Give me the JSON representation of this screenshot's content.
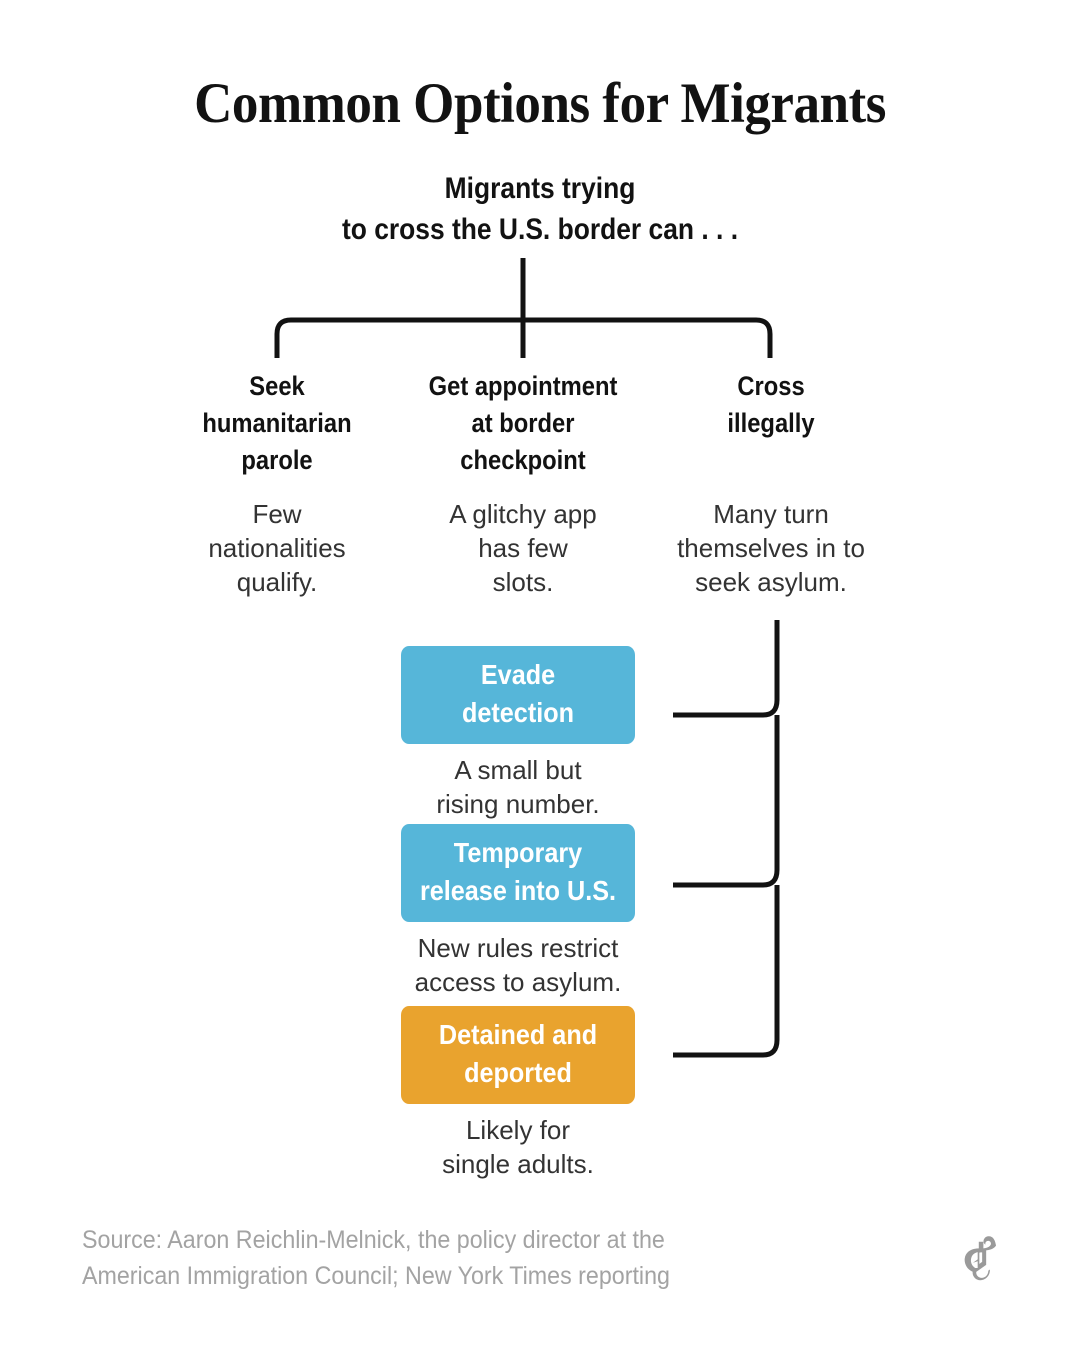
{
  "title": "Common Options for Migrants",
  "subtitle": "Migrants trying\nto cross the U.S. border can . . .",
  "subtitle_line1": "Migrants trying",
  "subtitle_line2": "to cross the U.S. border can . . .",
  "branches": [
    {
      "id": "seek-humanitarian-parole",
      "heading": "Seek\nhumanitarian\nparole",
      "note": "Few\nnationalities\nqualify."
    },
    {
      "id": "get-appointment-at-border-checkpoint",
      "heading": "Get appointment\nat border\ncheckpoint",
      "note": "A glitchy app\nhas few\nslots."
    },
    {
      "id": "cross-illegally",
      "heading": "Cross\nillegally",
      "note": "Many turn\nthemselves in to\nseek asylum."
    }
  ],
  "outcomes": [
    {
      "id": "evade-detection",
      "label": "Evade\ndetection",
      "note": "A small but\nrising number.",
      "color": "#56b6d9"
    },
    {
      "id": "temporary-release-into-us",
      "label": "Temporary\nrelease into U.S.",
      "note": "New rules restrict\naccess to asylum.",
      "color": "#56b6d9"
    },
    {
      "id": "detained-and-deported",
      "label": "Detained and\ndeported",
      "note": "Likely for\nsingle adults.",
      "color": "#e9a32e"
    }
  ],
  "footer": {
    "source": "Source: Aaron Reichlin-Melnick, the policy director at the\nAmerican Immigration Council; New York Times reporting",
    "logo": "nyt-t-logo"
  },
  "colors": {
    "background": "#ffffff",
    "text": "#121212",
    "body_text": "#333333",
    "muted_text": "#a3a3a3",
    "accent_blue": "#56b6d9",
    "accent_orange": "#e9a32e",
    "connector": "#121212"
  }
}
